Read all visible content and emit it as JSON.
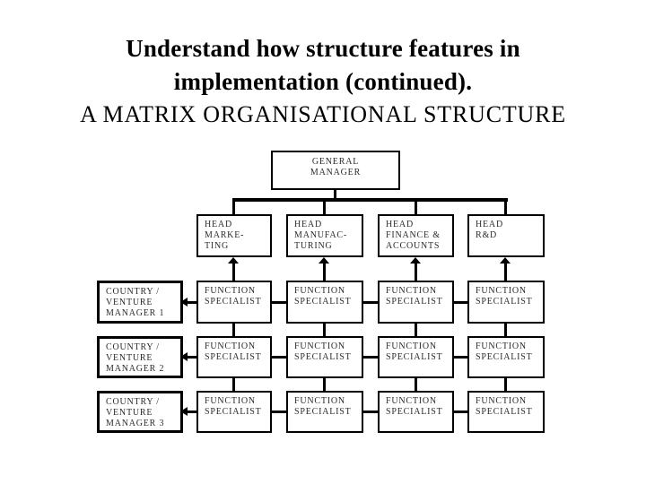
{
  "slide": {
    "title": "Understand how structure features in\nimplementation (continued).",
    "subtitle": "A MATRIX ORGANISATIONAL STRUCTURE"
  },
  "diagram": {
    "type": "matrix-org-chart",
    "grid": {
      "specialist_rows": 3,
      "specialist_columns": 4
    },
    "general_manager": {
      "label": "GENERAL\nMANAGER"
    },
    "heads": [
      {
        "label": "HEAD\nMARKE-\nTING"
      },
      {
        "label": "HEAD\nMANUFAC-\nTURING"
      },
      {
        "label": "HEAD\nFINANCE &\nACCOUNTS"
      },
      {
        "label": "HEAD\nR&D"
      }
    ],
    "venture_managers": [
      {
        "label": "COUNTRY /\nVENTURE\nMANAGER 1"
      },
      {
        "label": "COUNTRY /\nVENTURE\nMANAGER 2"
      },
      {
        "label": "COUNTRY /\nVENTURE\nMANAGER 3"
      }
    ],
    "function_specialist_label": "FUNCTION\nSPECIALIST",
    "colors": {
      "line": "#000000",
      "text": "#2b2b2b",
      "background": "#ffffff"
    }
  }
}
